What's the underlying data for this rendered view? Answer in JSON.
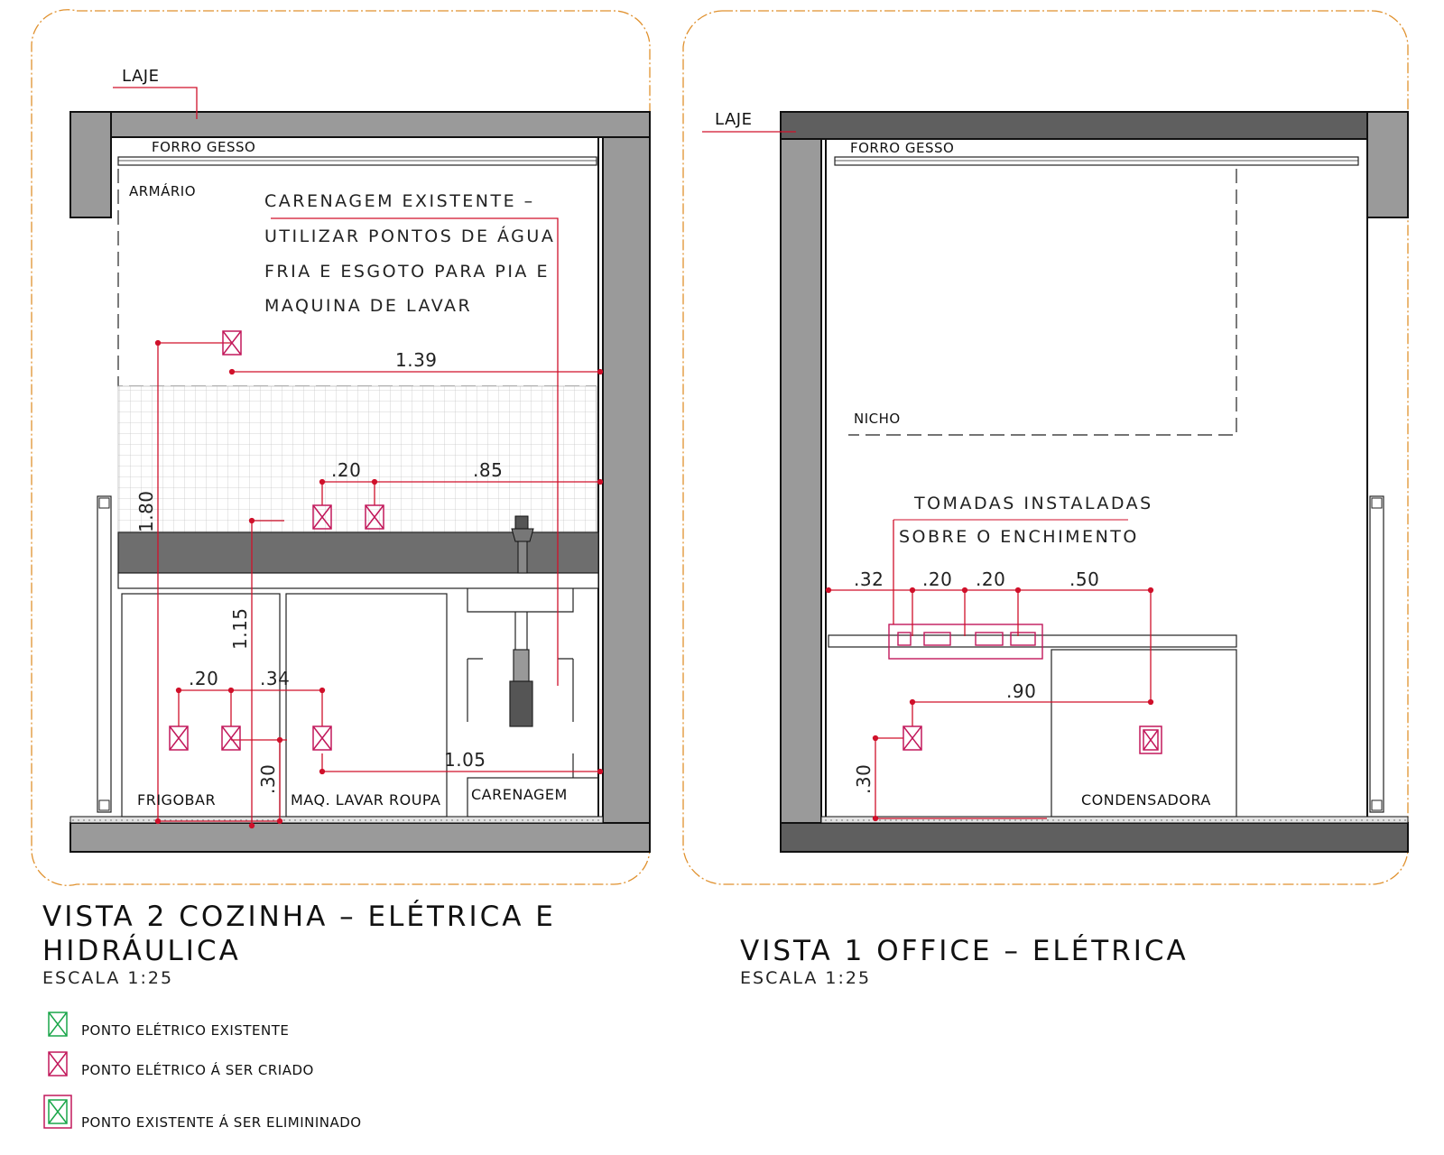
{
  "view_left": {
    "labels": {
      "slab": "LAJE",
      "ceiling": "FORRO GESSO",
      "cabinet": "ARMÁRIO",
      "minibar": "FRIGOBAR",
      "washer": "MAQ. LAVAR ROUPA",
      "housing": "CARENAGEM"
    },
    "note_lines": [
      "CARENAGEM EXISTENTE –",
      "UTILIZAR PONTOS DE ÁGUA",
      "FRIA E ESGOTO PARA PIA E",
      "MAQUINA DE LAVAR"
    ],
    "dims": {
      "d139": "1.39",
      "d020_top": ".20",
      "d085": ".85",
      "d180": "1.80",
      "d115": "1.15",
      "d020_low": ".20",
      "d034": ".34",
      "d105": "1.05",
      "d030": ".30"
    },
    "title_line1": "VISTA 2 COZINHA – ELÉTRICA E",
    "title_line2": "HIDRÁULICA",
    "scale": "ESCALA 1:25"
  },
  "view_right": {
    "labels": {
      "slab": "LAJE",
      "ceiling": "FORRO GESSO",
      "niche": "NICHO",
      "condenser": "CONDENSADORA"
    },
    "note_lines": [
      "TOMADAS INSTALADAS",
      "SOBRE O ENCHIMENTO"
    ],
    "dims": {
      "d032": ".32",
      "d020a": ".20",
      "d020b": ".20",
      "d050": ".50",
      "d090": ".90",
      "d030": ".30"
    },
    "title": "VISTA 1 OFFICE – ELÉTRICA",
    "scale": "ESCALA 1:25"
  },
  "legend": {
    "existing": "PONTO ELÉTRICO EXISTENTE",
    "to_create": "PONTO ELÉTRICO Á SER CRIADO",
    "to_remove": "PONTO EXISTENTE Á SER ELIMININADO"
  },
  "colors": {
    "dim_red": "#d0112b",
    "point_magenta": "#c2185b",
    "point_green": "#1aa64a",
    "frame_orange": "#e0912e",
    "wall_gray": "#9a9a9a",
    "dark_gray": "#5f5f5f"
  }
}
